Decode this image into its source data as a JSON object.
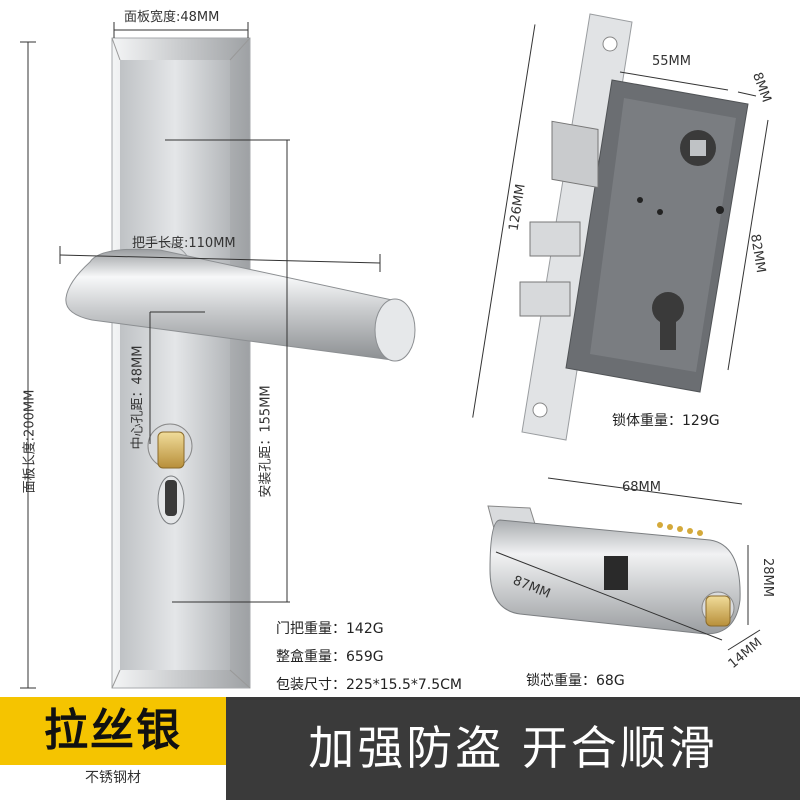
{
  "dimensions": {
    "panel_width": "面板宽度:48MM",
    "handle_length": "把手长度:110MM",
    "panel_length": "面板长度:200MM",
    "center_hole_distance": "中心孔距：48MM",
    "mounting_hole_distance": "安装孔距：155MM",
    "lock_body_width": "55MM",
    "lock_body_thickness": "8MM",
    "lock_body_height": "126MM",
    "lock_case_height": "82MM",
    "cylinder_length_a": "68MM",
    "cylinder_length_b": "87MM",
    "cylinder_height": "28MM",
    "cylinder_width": "14MM"
  },
  "weights": {
    "handle": "门把重量：142G",
    "box": "整盒重量：659G",
    "package_size": "包装尺寸：225*15.5*7.5CM",
    "lock_body": "锁体重量：129G",
    "lock_cylinder": "锁芯重量：68G"
  },
  "banner": {
    "color_name": "拉丝银",
    "material": "不锈钢材",
    "slogan": "加强防盗  开合顺滑"
  },
  "colors": {
    "accent_yellow": "#f5c400",
    "banner_dark": "#3a3a3a",
    "steel": "#c8cacc",
    "lock_case": "#6b6e72"
  }
}
